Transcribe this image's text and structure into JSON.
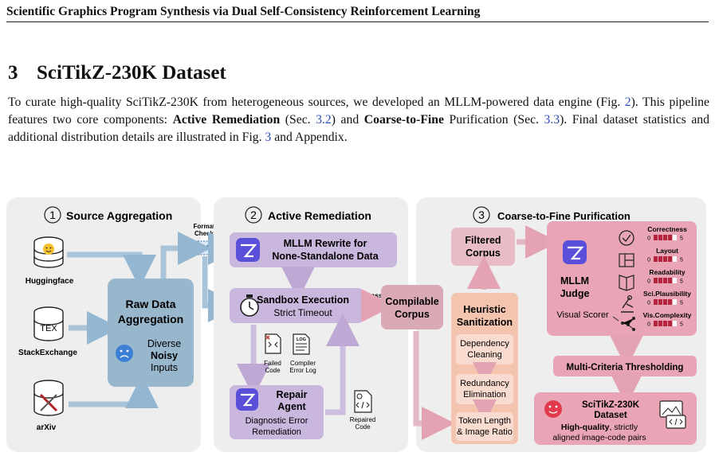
{
  "running_head": "Scientific Graphics Program Synthesis via Dual Self-Consistency Reinforcement Learning",
  "section": {
    "number": "3",
    "title": "SciTikZ-230K Dataset"
  },
  "paragraph": {
    "p1": "To curate high-quality SciTikZ-230K from heterogeneous sources, we developed an MLLM-powered data engine (Fig. ",
    "ref_fig2": "2",
    "p2": "). This pipeline features two core components: ",
    "b1": "Active Remediation",
    "p3": " (Sec. ",
    "ref_sec32": "3.2",
    "p4": ") and ",
    "b2": "Coarse-to-Fine",
    "p5": " Purification (Sec. ",
    "ref_sec33": "3.3",
    "p6": "). Final dataset statistics and additional distribution details are illustrated in Fig. ",
    "ref_fig3": "3",
    "p7": " and Appendix."
  },
  "figure": {
    "stage1": {
      "num": "1",
      "title": "Source Aggregation",
      "sources": [
        "Huggingface",
        "StackExchange",
        "arXiv"
      ],
      "tex_label": "TEX",
      "raw": {
        "title1": "Raw Data",
        "title2": "Aggregation",
        "l1": "Diverse",
        "l2": "Noisy",
        "l3": "Inputs"
      },
      "format_check1": "Format",
      "format_check2": "Check"
    },
    "stage2": {
      "num": "2",
      "title": "Active Remediation",
      "rewrite1": "MLLM Rewrite for",
      "rewrite2": "None-Standalone Data",
      "sandbox": "Sandbox Execution",
      "timeout": "Strict Timeout",
      "pass": "pass",
      "failed1": "Failed",
      "failed2": "Code",
      "log_badge": "LOG",
      "log1": "Compiler",
      "log2": "Error Log",
      "repair1": "Repair",
      "repair2": "Agent",
      "diag1": "Diagnostic Error",
      "diag2": "Remediation",
      "repaired1": "Repaired",
      "repaired2": "Code"
    },
    "compilable1": "Compilable",
    "compilable2": "Corpus",
    "stage3": {
      "num": "3",
      "title": "Coarse-to-Fine Purification",
      "filtered1": "Filtered",
      "filtered2": "Corpus",
      "heuristic1": "Heuristic",
      "heuristic2": "Sanitization",
      "steps": [
        {
          "l1": "Dependency",
          "l2": "Cleaning"
        },
        {
          "l1": "Redundancy",
          "l2": "Elimination"
        },
        {
          "l1": "Token Length",
          "l2": "& Image Ratio"
        }
      ],
      "judge1": "MLLM",
      "judge2": "Judge",
      "visual_scorer": "Visual Scorer",
      "criteria": [
        {
          "name": "Correctness",
          "score": 4
        },
        {
          "name": "Layout",
          "score": 4
        },
        {
          "name": "Readability",
          "score": 4
        },
        {
          "name": "Sci.Plausibility",
          "score": 4
        },
        {
          "name": "Vis.Complexity",
          "score": 4
        }
      ],
      "scale_min": "0",
      "scale_max": "5",
      "threshold": "Multi-Criteria Thresholding",
      "dataset1": "SciTikZ-230K",
      "dataset2": "Dataset",
      "hq_bold": "High-quality",
      "hq_rest": ", strictly",
      "hq2": "aligned image-code pairs"
    }
  }
}
